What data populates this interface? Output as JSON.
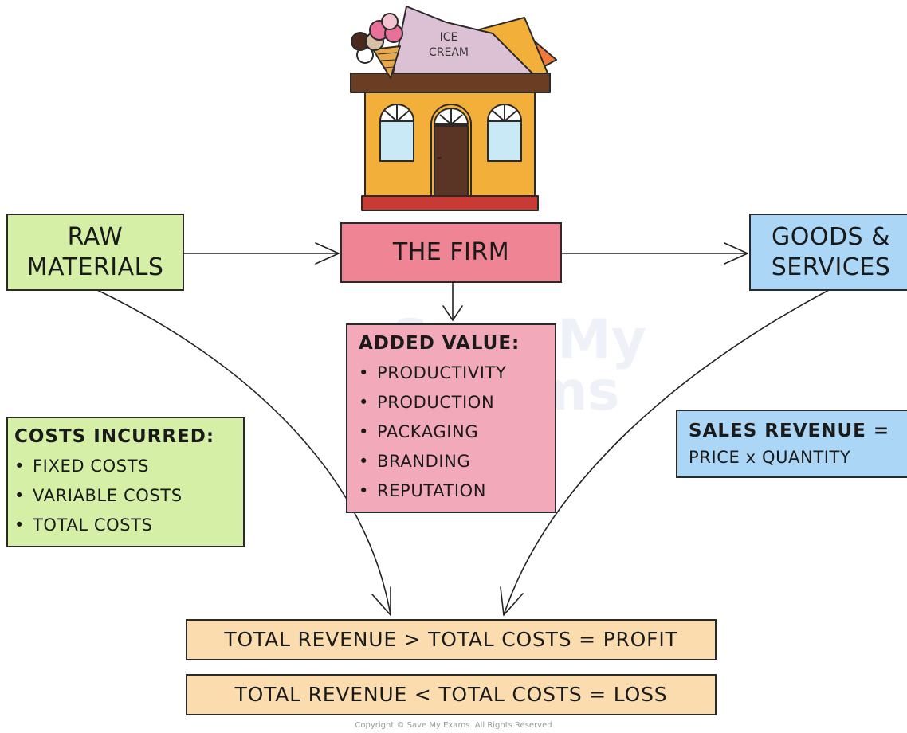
{
  "shop": {
    "sign_line1": "ICE",
    "sign_line2": "CREAM"
  },
  "nodes": {
    "raw_materials": [
      "RAW",
      "MATERIALS"
    ],
    "the_firm": "THE FIRM",
    "goods_services": [
      "GOODS &",
      "SERVICES"
    ]
  },
  "added_value": {
    "title": "ADDED VALUE:",
    "items": [
      "PRODUCTIVITY",
      "PRODUCTION",
      "PACKAGING",
      "BRANDING",
      "REPUTATION"
    ]
  },
  "costs": {
    "title": "COSTS INCURRED:",
    "items": [
      "FIXED COSTS",
      "VARIABLE COSTS",
      "TOTAL COSTS"
    ]
  },
  "sales": {
    "title": "SALES REVENUE =",
    "formula": "PRICE x QUANTITY"
  },
  "outcomes": {
    "profit": "TOTAL REVENUE > TOTAL COSTS = PROFIT",
    "loss": "TOTAL REVENUE < TOTAL COSTS = LOSS"
  },
  "watermark": [
    "Save My",
    "Exams"
  ],
  "copyright": "Copyright © Save My Exams. All Rights Reserved",
  "colors": {
    "green": "#d5f0a6",
    "pink": "#ef8594",
    "pink_light": "#f2a9ba",
    "blue": "#acd6f5",
    "peach": "#fbdcae",
    "shop_wall": "#f2b03a",
    "shop_roof": "#6b3d23",
    "shop_base": "#c83b35"
  }
}
